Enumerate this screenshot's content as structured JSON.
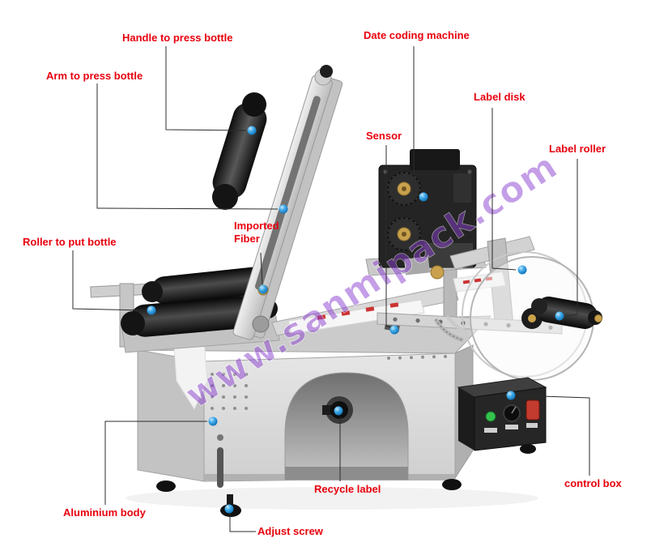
{
  "watermark": {
    "text": "www.sanmipack.com",
    "color": "#8b3fd0"
  },
  "colors": {
    "annotation_text": "#e8000d",
    "pointer_dot": "#2e9fe0",
    "leader_line": "#2b2b2b",
    "machine_aluminium": "#d9d9d9",
    "roller_black": "#141414"
  },
  "annotations": [
    {
      "text": "Handle to press bottle"
    },
    {
      "text": "Arm to press bottle"
    },
    {
      "text": "Date coding machine"
    },
    {
      "text": "Label disk"
    },
    {
      "text": "Label roller"
    },
    {
      "text": "Sensor"
    },
    {
      "text": "Imported Fiber"
    },
    {
      "text": "Roller to put bottle"
    },
    {
      "text": "control box"
    },
    {
      "text": "Recycle label"
    },
    {
      "text": "Aluminium body"
    },
    {
      "text": "Adjust screw"
    }
  ]
}
